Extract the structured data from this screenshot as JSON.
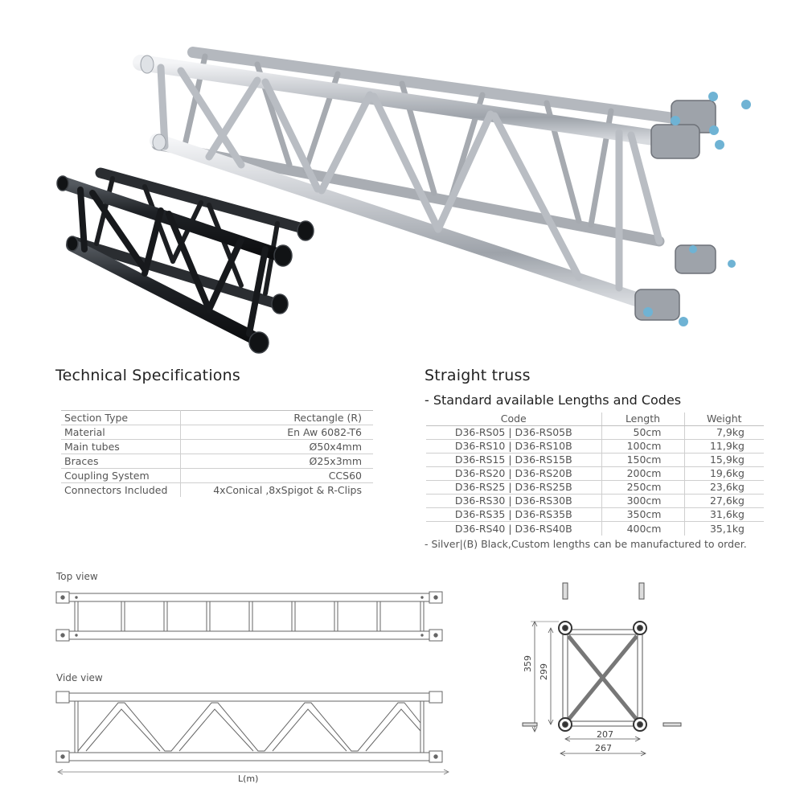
{
  "specs": {
    "title": "Technical Specifications",
    "rows": [
      {
        "label": "Section Type",
        "value": "Rectangle (R)"
      },
      {
        "label": "Material",
        "value": "En Aw 6082-T6"
      },
      {
        "label": "Main tubes",
        "value": "Ø50x4mm"
      },
      {
        "label": "Braces",
        "value": "Ø25x3mm"
      },
      {
        "label": "Coupling System",
        "value": "CCS60"
      },
      {
        "label": "Connectors Included",
        "value": "4xConical ,8xSpigot & R-Clips"
      }
    ]
  },
  "truss": {
    "title": "Straight truss",
    "subtitle": "- Standard available Lengths and Codes",
    "headers": {
      "code": "Code",
      "length": "Length",
      "weight": "Weight"
    },
    "rows": [
      {
        "code": "D36-RS05 | D36-RS05B",
        "length": "50cm",
        "weight": "7,9kg"
      },
      {
        "code": "D36-RS10  |  D36-RS10B",
        "length": "100cm",
        "weight": "11,9kg"
      },
      {
        "code": "D36-RS15  |  D36-RS15B",
        "length": "150cm",
        "weight": "15,9kg"
      },
      {
        "code": "D36-RS20 | D36-RS20B",
        "length": "200cm",
        "weight": "19,6kg"
      },
      {
        "code": "D36-RS25 | D36-RS25B",
        "length": "250cm",
        "weight": "23,6kg"
      },
      {
        "code": "D36-RS30 | D36-RS30B",
        "length": "300cm",
        "weight": "27,6kg"
      },
      {
        "code": "D36-RS35 | D36-RS35B",
        "length": "350cm",
        "weight": "31,6kg"
      },
      {
        "code": "D36-RS40 | D36-RS40B",
        "length": "400cm",
        "weight": "35,1kg"
      }
    ],
    "note": "- Silver|(B) Black,Custom lengths can be manufactured to order."
  },
  "drawings": {
    "top_view_label": "Top view",
    "side_view_label": "Vide view",
    "length_label": "L(m)",
    "dims": {
      "outer_height": "359",
      "inner_height": "299",
      "inner_width": "207",
      "outer_width": "267"
    }
  }
}
